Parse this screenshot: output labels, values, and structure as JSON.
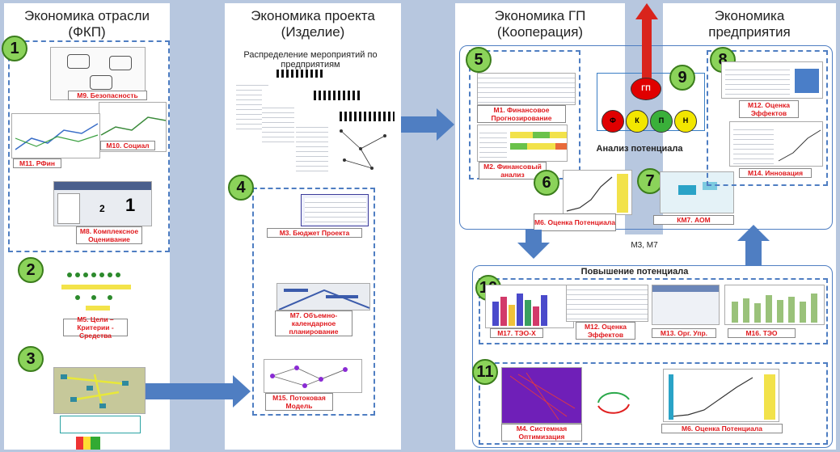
{
  "columns": {
    "c1": {
      "title_line1": "Экономика отрасли",
      "title_line2": "(ФКП)"
    },
    "c2": {
      "title_line1": "Экономика проекта",
      "title_line2": "(Изделие)"
    },
    "c3": {
      "title_line1": "Экономика ГП",
      "title_line2": "(Кооперация)"
    },
    "c4": {
      "title_line1": "Экономика",
      "title_line2": "предприятия"
    }
  },
  "numbers": [
    "1",
    "2",
    "3",
    "4",
    "5",
    "6",
    "7",
    "8",
    "9",
    "10",
    "11"
  ],
  "captions": {
    "m9": "М9. Безопасность",
    "m10": "М10. Социал",
    "m11": "М11. РФин",
    "m8": "М8. Комплексное Оценивание",
    "m5": "М5. Цели – Критерии - Средства",
    "m3": "М3. Бюджет Проекта",
    "m7": "М7. Объемно-календарное планирование",
    "m15": "М15. Потоковая Модель",
    "m1": "М1. Финансовое Прогнозирование",
    "m2": "М2. Финансовый анализ",
    "m6a": "М6. Оценка Потенциала",
    "km7": "КМ7. АОМ",
    "m12a": "М12. Оценка Эффектов",
    "m14": "М14. Инновация",
    "m17": "М17. ТЭО-Х",
    "m12b": "М12. Оценка Эффектов",
    "m13": "М13. Орг. Упр.",
    "m16": "М16. ТЭО",
    "m4": "М4. Системная Оптимизация",
    "m6b": "М6. Оценка Потенциала"
  },
  "texts": {
    "distribution": "Распределение мероприятий по предприятиям",
    "potential_analysis": "Анализ потенциала",
    "potential_increase": "Повышение потенциала",
    "m3m7": "М3, М7",
    "thumb_1": "1",
    "thumb_2": "2"
  },
  "nodes": {
    "top": "ГП",
    "f": "Ф",
    "k": "К",
    "p": "П",
    "n": "Н"
  },
  "colors": {
    "background": "#b7c7df",
    "accent_arrow": "#4f7ec2",
    "caption_red": "#e0191d",
    "number_green": "#8bd35a",
    "top_node_red": "#e00000",
    "up_arrow_red": "#d9241c"
  }
}
